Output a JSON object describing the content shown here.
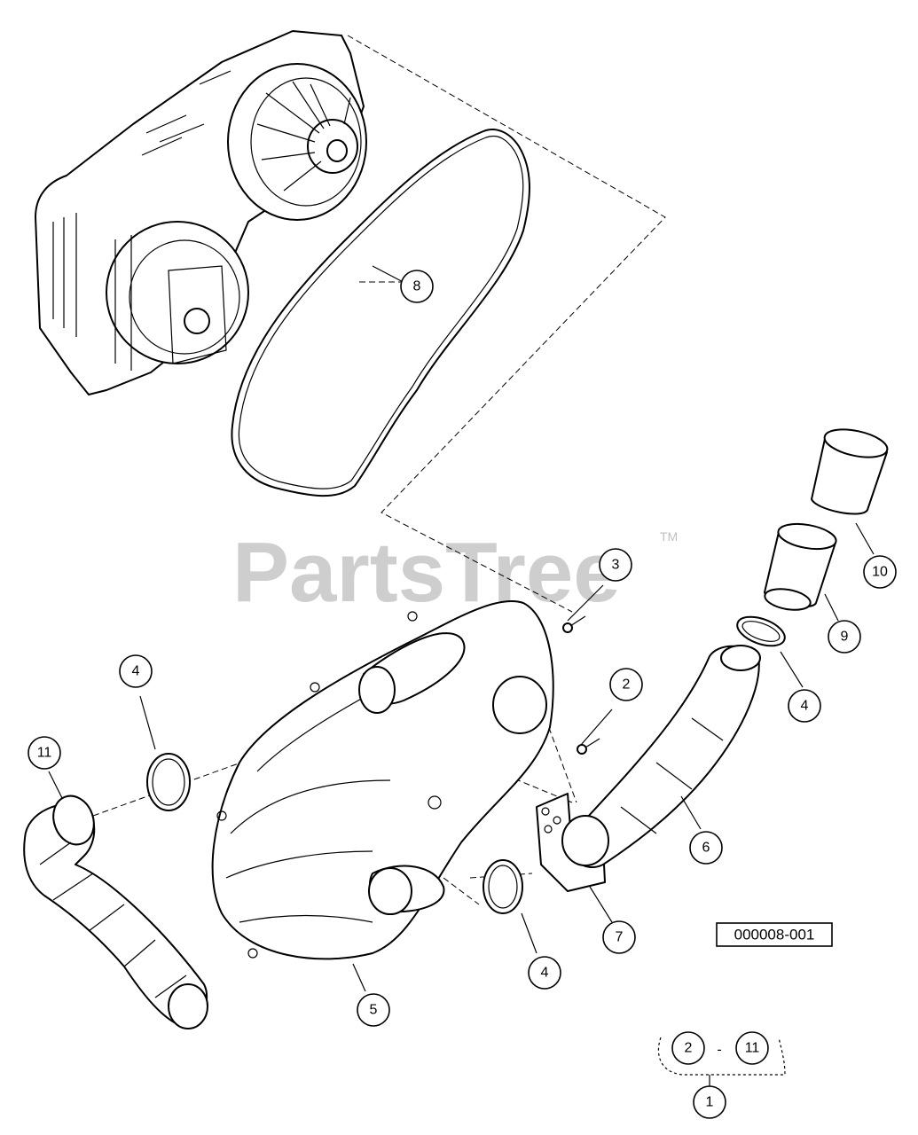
{
  "watermark": {
    "brand": "PartsTree",
    "trademark": "TM"
  },
  "reference_code": "000008-001",
  "callouts": {
    "c1": "1",
    "c2a": "2",
    "c2b": "2",
    "c3": "3",
    "c4a": "4",
    "c4b": "4",
    "c4c": "4",
    "c5": "5",
    "c6": "6",
    "c7": "7",
    "c8": "8",
    "c9": "9",
    "c10": "10",
    "c11a": "11",
    "c11b": "11"
  },
  "range_separator": "-"
}
